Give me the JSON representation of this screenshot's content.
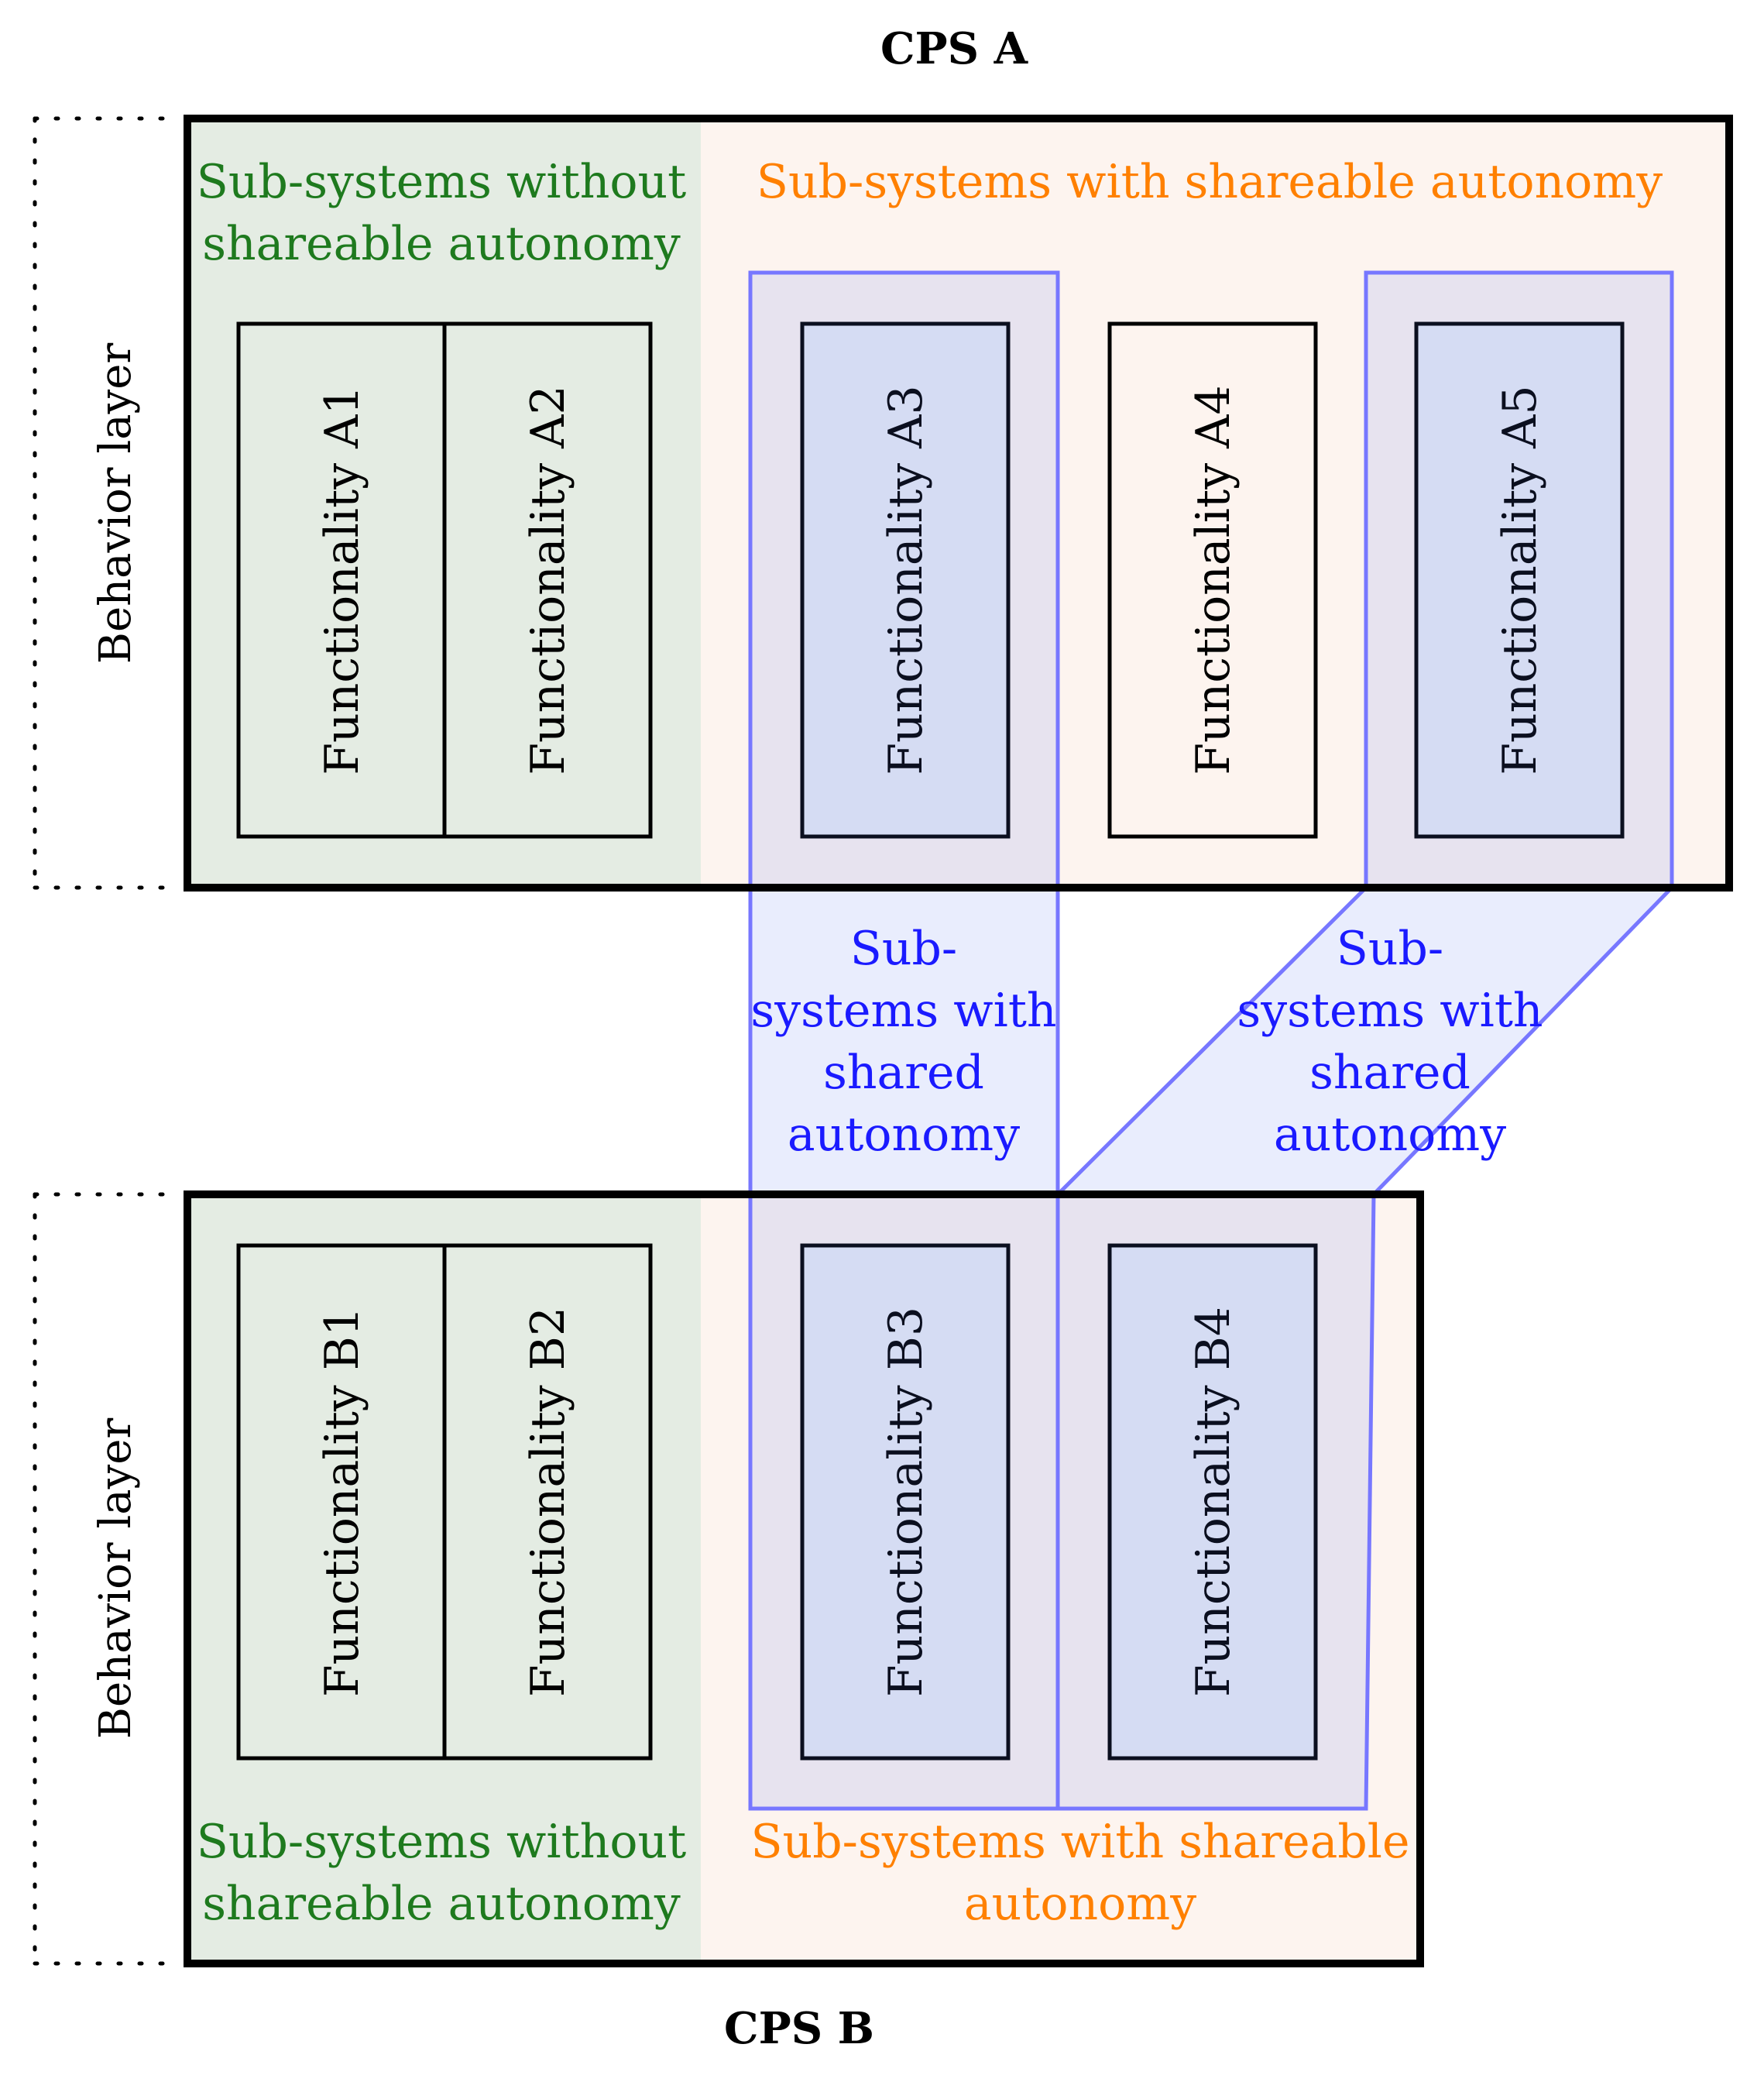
{
  "cps_a": {
    "title": "CPS A",
    "layer_label": "Behavior layer",
    "group_without": [
      "Sub-systems without",
      "shareable autonomy"
    ],
    "group_with": [
      "Sub-systems with shareable autonomy"
    ],
    "functionalities": [
      "Functionality A1",
      "Functionality A2",
      "Functionality A3",
      "Functionality A4",
      "Functionality A5"
    ]
  },
  "cps_b": {
    "title": "CPS B",
    "layer_label": "Behavior layer",
    "group_without": [
      "Sub-systems without",
      "shareable autonomy"
    ],
    "group_with": [
      "Sub-systems with shareable",
      "autonomy"
    ],
    "functionalities": [
      "Functionality B1",
      "Functionality B2",
      "Functionality B3",
      "Functionality B4"
    ]
  },
  "shared_groups": [
    {
      "lines": [
        "Sub-",
        "systems with",
        "shared",
        "autonomy"
      ]
    },
    {
      "lines": [
        "Sub-",
        "systems with",
        "shared",
        "autonomy"
      ]
    }
  ],
  "colors": {
    "green_bg": "#e4ece3",
    "orange_bg": "#fdf4ef",
    "blue_func_bg": "#e9ecf4",
    "green_text": "#1e7a1e",
    "orange_text": "#ff8000",
    "blue_text": "#1a1aff",
    "blue_outline": "#7777ff"
  }
}
